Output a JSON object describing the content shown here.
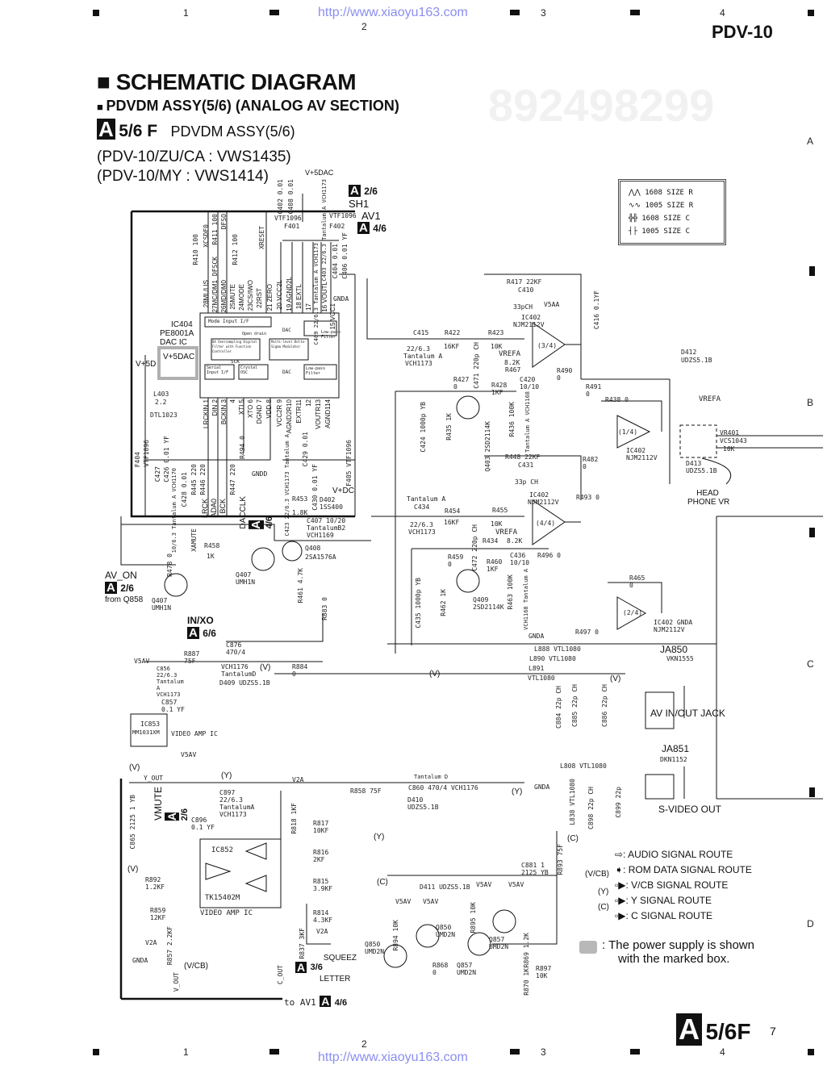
{
  "header": {
    "grid_columns": [
      "1",
      "2",
      "3",
      "4"
    ],
    "url": "http://www.xiaoyu163.com",
    "model": "PDV-10"
  },
  "title": {
    "main": "SCHEMATIC DIAGRAM",
    "section": "PDVDM ASSY(5/6) (ANALOG AV SECTION)",
    "ref_letter": "A",
    "ref_page": "5/6 F",
    "assy": "PDVDM ASSY(5/6)",
    "variants": [
      "(PDV-10/ZU/CA : VWS1435)",
      "(PDV-10/MY : VWS1414)"
    ]
  },
  "row_letters": [
    "A",
    "B",
    "C",
    "D"
  ],
  "size_legend": [
    {
      "symbol": "resistor-1608",
      "text": "1608 SIZE R"
    },
    {
      "symbol": "resistor-1005",
      "text": "1005 SIZE R"
    },
    {
      "symbol": "capacitor-1608",
      "text": "1608 SIZE C"
    },
    {
      "symbol": "capacitor-1005",
      "text": "1005 SIZE C"
    }
  ],
  "connectors": {
    "sh1": {
      "letter": "A",
      "page": "2/6",
      "name": "SH1"
    },
    "av1": {
      "letter": "A",
      "page": "4/6",
      "name": "AV1"
    },
    "dacclk": {
      "letter": "A",
      "page": "4/6",
      "name": "DACCLK"
    },
    "av_on": {
      "letter": "A",
      "page": "2/6",
      "name": "AV_ON",
      "from": "from Q858"
    },
    "in_xo": {
      "letter": "A",
      "page": "6/6",
      "name": "IN/XO"
    },
    "vmute": {
      "letter": "A",
      "page": "2/6",
      "name": "VMUTE"
    },
    "squeez": {
      "letter": "A",
      "page": "3/6",
      "name": "SQUEEZ",
      "name2": "LETTER"
    },
    "to_av1": {
      "prefix": "to AV1",
      "letter": "A",
      "page": "4/6"
    }
  },
  "ic404": {
    "ref": "IC404",
    "part": "PE8001A",
    "desc": "DAC IC",
    "power_box": "V+5DAC",
    "blocks": [
      "Mode Input I/F",
      "8X Oversampling Digital Filter with Function Controller",
      "Multi-level Delta-Sigma Modulator",
      "Serial Input I/F",
      "Crystal OSC",
      "DAC",
      "DAC",
      "Low-pass Filter",
      "Low-pass Filter",
      "Open drain",
      "SCK"
    ],
    "top_pins": [
      "28ML/LIS",
      "27MC/DM1",
      "26MD/DM0",
      "25MUTE",
      "24MODE",
      "23CS/IWO",
      "22RST",
      "21 ZERO",
      "20 VCC2L",
      "19 AGND2L",
      "18 EXTL",
      "17",
      "16 VOUTL",
      "15 VCC1"
    ],
    "bottom_pins": [
      "LRCKIN 1",
      "DIN 2",
      "BCKIN 3",
      "4",
      "XTI 5",
      "XTO 6",
      "DGND 7",
      "VDD 8",
      "VCC2R 9",
      "AGND2R10",
      "EXTR11",
      "12",
      "VOUTR13",
      "AGND114"
    ],
    "top_nets": [
      "XCSDF0",
      "DFSCK",
      "DFSO",
      "XRESET"
    ]
  },
  "components": {
    "R410": "R410 100",
    "R411": "R411 100",
    "R412": "R412 100",
    "C402": "C402 0.01",
    "C408": "C408 0.01",
    "C403": "C403 22/6.3 Tantalum A VCH1173",
    "VTF1": "VTF1096",
    "VTF2": "VTF1096",
    "F401": "F401",
    "F402": "F402",
    "C406": "C406 0.01 YF",
    "C404": "C404 0.01",
    "C409": "C409 22/6.3 Tantalum A VCH1173",
    "v5dac": "V+5DAC",
    "v5d": "V+5D",
    "L403": "L403",
    "L403v": "2.2",
    "DTL": "DTL1023",
    "F404": "F404",
    "F404p": "VTF1096",
    "C426": "C426 0.01 YF",
    "C427": "C427",
    "C427v": "10/6.3 Tantalum A VCH1170",
    "C428": "C428 0.01",
    "R445": "R445 220",
    "R446": "R446 220",
    "R447": "R447 220",
    "LRCK": "LRCK",
    "ADA0": "ADA0",
    "BCK": "BCK",
    "R494": "R494 0",
    "GNDD": "GNDD",
    "C423": "C423 22/6.3 VCH1173 Tantalum A",
    "C429": "C429 0.01",
    "C430": "C430 0.01 YF",
    "F405": "F405 VTF1096",
    "vdc": "V+DC",
    "D402": "D402 1SS400",
    "R453": "R453",
    "R453v": "1.8K",
    "C407": "C407 10/20 TantalumB2 VCH1169",
    "Q408": "Q408",
    "Q408p": "2SA1576A",
    "R461": "R461 4.7K",
    "Q407a": "Q407 UMH1N",
    "Q407b": "Q407 UMH1N",
    "R458": "R458",
    "R458v": "1K",
    "R478": "R478 0",
    "XAMUTE": "XAMUTE",
    "R883": "R883 0",
    "C415": "C415",
    "C415v": "22/6.3",
    "C415t": "Tantalum A",
    "C415p": "VCH1173",
    "R422": "R422",
    "R422v": "16KF",
    "R423": "R423",
    "R423v": "10K",
    "C471": "C471 220p CH",
    "R417": "R417 22KF",
    "C410": "C410",
    "C410v": "33pCH",
    "V5AA": "V5AA",
    "IC402a": "IC402",
    "IC402p": "NJM2112V",
    "opamp34": "(3/4)",
    "C416": "C416 0.1YF",
    "VREFA": "VREFA",
    "R467": "R467",
    "R467v": "8.2K",
    "C420": "C420 10/10",
    "R490": "R490 0",
    "R491": "R491 0",
    "R427": "R427 0",
    "R428": "R428 1KF",
    "C424": "C424 1000p YB",
    "R435": "R435 1K",
    "Q403": "Q403 2SD2114K",
    "R436": "R436 100K",
    "C420t": "Tantalum A VCH1168",
    "D412": "D412",
    "D412p": "UDZS5.1B",
    "R438": "R438 0",
    "opamp14": "(1/4)",
    "IC402b": "IC402 NJM2112V",
    "R482": "R482 0",
    "VR401": "VR401",
    "VR401p": "VCS1043",
    "VR401v": "10K",
    "D413": "D413",
    "D413p": "UDZS5.1B",
    "headphone": "HEAD",
    "headphone2": "PHONE VR",
    "R448": "R448 22KF",
    "C431": "C431",
    "C431v": "33p CH",
    "C434t": "Tantalum A",
    "C434": "C434",
    "C434v": "22/6.3",
    "C434p": "VCH1173",
    "R454": "R454",
    "R454v": "16KF",
    "R455": "R455",
    "R455v": "10K",
    "C472": "C472 220p CH",
    "opamp44": "(4/4)",
    "R434": "R434",
    "R434v": "8.2K",
    "C436": "C436 10/10",
    "R496": "R496 0",
    "R493": "R493 0",
    "R459": "R459 0",
    "R460": "R460 1KF",
    "C435": "C435 1000p YB",
    "R462": "R462 1K",
    "Q409": "Q409 2SD2114K",
    "R463": "R463 100K",
    "C436t": "VCH1168 Tantalum A",
    "R465": "R465 0",
    "opamp24": "(2/4)",
    "IC402c": "IC402 GNDA NJM2112V",
    "R497": "R497 0",
    "C876": "C876 470/4",
    "R887": "R887 75F",
    "V5AV": "V5AV",
    "C856": "C856 22/6.3 Tantalum A VCH1173",
    "VCH1176": "VCH1176 TantalumD",
    "D409": "D409 UDZS5.1B",
    "C857": "C857 0.1 YF",
    "R884": "R884 0",
    "IC853": "IC853",
    "IC853p": "MM1031XM",
    "vidamp": "VIDEO AMP IC",
    "L888": "L888 VTL1080",
    "L890": "L890 VTL1080",
    "L891": "L891",
    "L891p": "VTL1080",
    "C884": "C884 22p CH",
    "C885": "C885 22p CH",
    "C886": "C886 22p CH",
    "JA850": "JA850",
    "JA850p": "VKN1555",
    "avjack": "AV IN/OUT JACK",
    "JA851": "JA851",
    "JA851p": "DKN1152",
    "L808": "L808 VTL1080",
    "L838": "L838 VTL1080",
    "C898": "C898 22p CH",
    "C899": "C899 22p",
    "svideo": "S-VIDEO OUT",
    "Y_OUT": "Y_OUT",
    "C865": "C865 2125 1 YB",
    "C897": "C897 22/6.3 TantalumA VCH1173",
    "C896": "C896 0.1 YF",
    "V2A": "V2A",
    "R818": "R818 1KF",
    "R817": "R817 10KF",
    "R816": "R816 2KF",
    "R815": "R815 3.9KF",
    "R814": "R814 4.3KF",
    "R837": "R837 3KF",
    "IC852": "IC852",
    "IC852p": "TK15402M",
    "R892": "R892 1.2KF",
    "R859": "R859 12KF",
    "R857": "R857 2.2KF",
    "V_OUT": "V_OUT",
    "C_OUT": "C_OUT",
    "VCB": "(V/CB)",
    "R858": "R858 75F",
    "C860t": "Tantalum D",
    "C860": "C860 470/4 VCH1176",
    "D410": "D410 UDZS5.1B",
    "D411": "D411 UDZS5.1B",
    "C881": "C881 1 2125 YB",
    "R893": "R893 75F",
    "R894": "R894 10K",
    "R895": "R895 10K",
    "Q850a": "Q850 UMD2N",
    "Q850b": "Q850 UMD2N",
    "Q857a": "Q857 UMD2N",
    "Q857b": "Q857 UMD2N",
    "R868": "R868 0",
    "R869": "R869 1.2K",
    "R870": "R870 1K",
    "R897": "R897 10K",
    "GNDA": "GNDA",
    "sigV": "(V)",
    "sigY": "(Y)",
    "sigC": "(C)"
  },
  "route_legend": [
    {
      "prefix": "",
      "icon": "hollow-arrow",
      "text": ": AUDIO SIGNAL ROUTE"
    },
    {
      "prefix": "",
      "icon": "filled-arrow",
      "text": ": ROM DATA SIGNAL ROUTE"
    },
    {
      "prefix": "(V/CB)",
      "icon": "box-arrow",
      "text": ": V/CB SIGNAL ROUTE"
    },
    {
      "prefix": "(Y)",
      "icon": "box-arrow",
      "text": ": Y SIGNAL ROUTE"
    },
    {
      "prefix": "(C)",
      "icon": "box-arrow",
      "text": ": C SIGNAL ROUTE"
    }
  ],
  "power_note": [
    ": The power supply is shown",
    "with the marked box."
  ],
  "footer": {
    "letter": "A",
    "ref": "5/6F",
    "page_number": "7"
  },
  "watermarks": [
    "892498299",
    "www.xiaoyu163.com"
  ],
  "colors": {
    "ink": "#111111",
    "url": "#8a8ef0",
    "power_box": "#b0b0b0"
  }
}
